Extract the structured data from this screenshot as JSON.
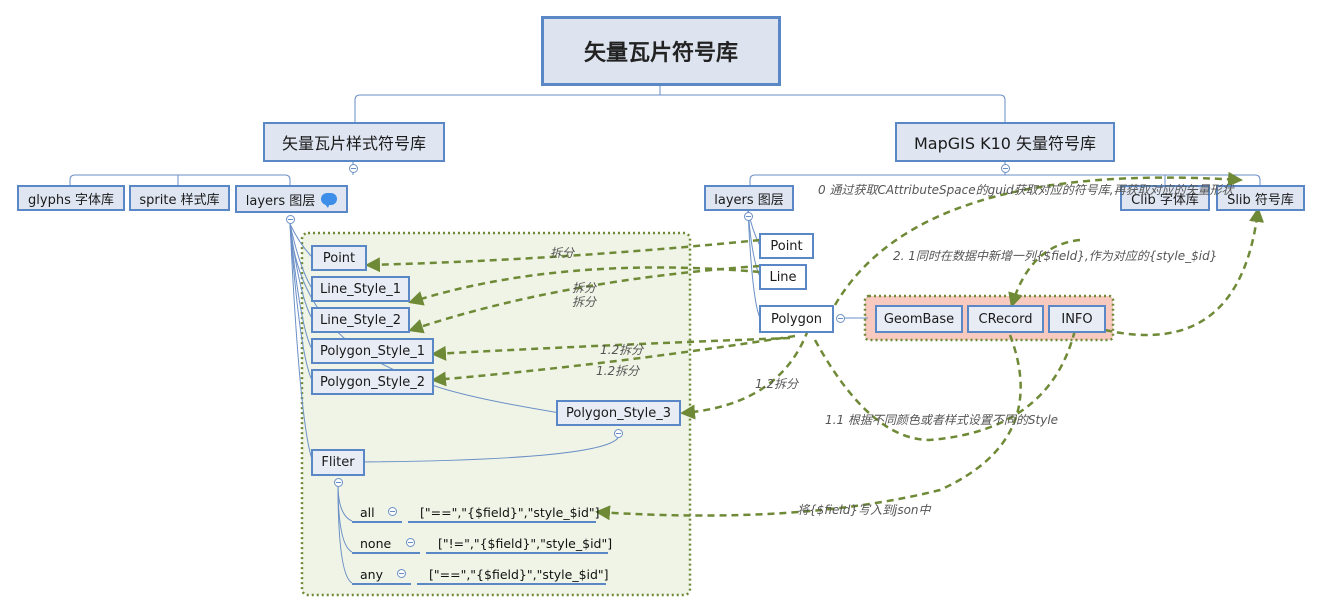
{
  "title": "矢量瓦片符号库",
  "left_branch": {
    "title": "矢量瓦片样式符号库",
    "children": [
      "glyphs 字体库",
      "sprite 样式库",
      "layers 图层"
    ],
    "layers_children": [
      "Point",
      "Line_Style_1",
      "Line_Style_2",
      "Polygon_Style_1",
      "Polygon_Style_2",
      "Polygon_Style_3",
      "Fliter"
    ],
    "filters": [
      {
        "op": "all",
        "expr": "[\"==\",\"{$field}\",\"style_$id\"]"
      },
      {
        "op": "none",
        "expr": "[\"!=\",\"{$field}\",\"style_$id\"]"
      },
      {
        "op": "any",
        "expr": "[\"==\",\"{$field}\",\"style_$id\"]"
      }
    ]
  },
  "right_branch": {
    "title": "MapGIS K10 矢量符号库",
    "children": [
      "layers 图层",
      "Clib 字体库",
      "Slib 符号库"
    ],
    "layers_children": [
      "Point",
      "Line",
      "Polygon"
    ],
    "polygon_children": [
      "GeomBase",
      "CRecord",
      "INFO"
    ]
  },
  "annotations": {
    "split_1": "拆分",
    "split_2": "拆分",
    "split_3": "拆分",
    "split_4": "1.2拆分",
    "split_5": "1.2拆分",
    "split_6": "1.2拆分",
    "note_0": "0 通过获取CAttributeSpace的guid获取对应的符号库,再获取对应的矢量形状",
    "note_2": "2. 1同时在数据中新增一列{$field},作为对应的{style_$id}",
    "note_11": "1.1  根据不同颜色或者样式设置不同的Style",
    "note_json": "将{$field}写入到json中"
  },
  "colors": {
    "node_border": "#5a88c6",
    "node_fill": "#dfe6f2",
    "connector": "#6a8fc6",
    "arrow": "#6f8a37",
    "group_fill": "#eff4e6",
    "info_group_fill": "#f7c9bf"
  }
}
